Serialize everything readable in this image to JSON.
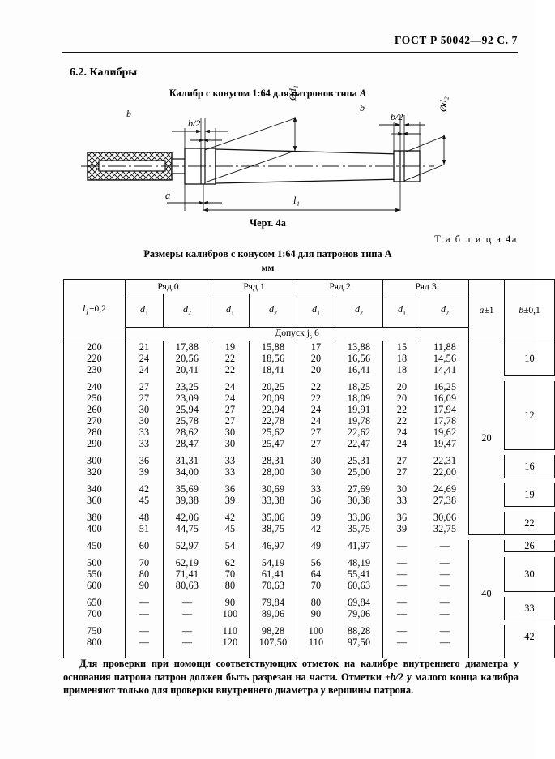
{
  "header": {
    "standard": "ГОСТ Р 50042—92",
    "page_label": "С. 7"
  },
  "section": {
    "number_title": "6.2. Калибры",
    "figure_title_prefix": "Калибр с конусом 1:64 для патронов типа ",
    "figure_title_type": "A",
    "figure_caption": "Черт. 4а"
  },
  "figure": {
    "labels": {
      "b_left": "b",
      "b_half_left": "b/2",
      "phi_d1": "Ød₁",
      "b_right": "b",
      "b_half_right": "b/2",
      "phi_d2": "Ød₂",
      "a": "a",
      "l1": "l₁"
    }
  },
  "table": {
    "number": "Т а б л и ц а  4а",
    "title": "Размеры калибров с конусом 1:64 для патронов типа А",
    "units": "мм",
    "head": {
      "col_l1_top": "l₁",
      "col_l1_bot": "±0,2",
      "ryad0": "Ряд 0",
      "ryad1": "Ряд 1",
      "ryad2": "Ряд 2",
      "ryad3": "Ряд 3",
      "d1": "d₁",
      "d2": "d₂",
      "tolerance": "Допуск js 6",
      "col_a_top": "a",
      "col_a_bot": "±1",
      "col_b_top": "b",
      "col_b_bot": "±0,1"
    },
    "groups": [
      {
        "rows": [
          {
            "l1": "200",
            "r0d1": "21",
            "r0d2": "17,88",
            "r1d1": "19",
            "r1d2": "15,88",
            "r2d1": "17",
            "r2d2": "13,88",
            "r3d1": "15",
            "r3d2": "11,88"
          },
          {
            "l1": "220",
            "r0d1": "24",
            "r0d2": "20,56",
            "r1d1": "22",
            "r1d2": "18,56",
            "r2d1": "20",
            "r2d2": "16,56",
            "r3d1": "18",
            "r3d2": "14,56"
          },
          {
            "l1": "230",
            "r0d1": "24",
            "r0d2": "20,41",
            "r1d1": "22",
            "r1d2": "18,41",
            "r2d1": "20",
            "r2d2": "16,41",
            "r3d1": "18",
            "r3d2": "14,41"
          }
        ],
        "b": "10"
      },
      {
        "rows": [
          {
            "l1": "240",
            "r0d1": "27",
            "r0d2": "23,25",
            "r1d1": "24",
            "r1d2": "20,25",
            "r2d1": "22",
            "r2d2": "18,25",
            "r3d1": "20",
            "r3d2": "16,25"
          },
          {
            "l1": "250",
            "r0d1": "27",
            "r0d2": "23,09",
            "r1d1": "24",
            "r1d2": "20,09",
            "r2d1": "22",
            "r2d2": "18,09",
            "r3d1": "20",
            "r3d2": "16,09"
          },
          {
            "l1": "260",
            "r0d1": "30",
            "r0d2": "25,94",
            "r1d1": "27",
            "r1d2": "22,94",
            "r2d1": "24",
            "r2d2": "19,91",
            "r3d1": "22",
            "r3d2": "17,94"
          },
          {
            "l1": "270",
            "r0d1": "30",
            "r0d2": "25,78",
            "r1d1": "27",
            "r1d2": "22,78",
            "r2d1": "24",
            "r2d2": "19,78",
            "r3d1": "22",
            "r3d2": "17,78"
          },
          {
            "l1": "280",
            "r0d1": "33",
            "r0d2": "28,62",
            "r1d1": "30",
            "r1d2": "25,62",
            "r2d1": "27",
            "r2d2": "22,62",
            "r3d1": "24",
            "r3d2": "19,62"
          },
          {
            "l1": "290",
            "r0d1": "33",
            "r0d2": "28,47",
            "r1d1": "30",
            "r1d2": "25,47",
            "r2d1": "27",
            "r2d2": "22,47",
            "r3d1": "24",
            "r3d2": "19,47"
          }
        ],
        "b": "12"
      },
      {
        "rows": [
          {
            "l1": "300",
            "r0d1": "36",
            "r0d2": "31,31",
            "r1d1": "33",
            "r1d2": "28,31",
            "r2d1": "30",
            "r2d2": "25,31",
            "r3d1": "27",
            "r3d2": "22,31"
          },
          {
            "l1": "320",
            "r0d1": "39",
            "r0d2": "34,00",
            "r1d1": "33",
            "r1d2": "28,00",
            "r2d1": "30",
            "r2d2": "25,00",
            "r3d1": "27",
            "r3d2": "22,00"
          }
        ],
        "b": "16"
      },
      {
        "rows": [
          {
            "l1": "340",
            "r0d1": "42",
            "r0d2": "35,69",
            "r1d1": "36",
            "r1d2": "30,69",
            "r2d1": "33",
            "r2d2": "27,69",
            "r3d1": "30",
            "r3d2": "24,69"
          },
          {
            "l1": "360",
            "r0d1": "45",
            "r0d2": "39,38",
            "r1d1": "39",
            "r1d2": "33,38",
            "r2d1": "36",
            "r2d2": "30,38",
            "r3d1": "33",
            "r3d2": "27,38"
          }
        ],
        "b": "19"
      },
      {
        "rows": [
          {
            "l1": "380",
            "r0d1": "48",
            "r0d2": "42,06",
            "r1d1": "42",
            "r1d2": "35,06",
            "r2d1": "39",
            "r2d2": "33,06",
            "r3d1": "36",
            "r3d2": "30,06"
          },
          {
            "l1": "400",
            "r0d1": "51",
            "r0d2": "44,75",
            "r1d1": "45",
            "r1d2": "38,75",
            "r2d1": "42",
            "r2d2": "35,75",
            "r3d1": "39",
            "r3d2": "32,75"
          }
        ],
        "b": "22"
      },
      {
        "rows": [
          {
            "l1": "450",
            "r0d1": "60",
            "r0d2": "52,97",
            "r1d1": "54",
            "r1d2": "46,97",
            "r2d1": "49",
            "r2d2": "41,97",
            "r3d1": "—",
            "r3d2": "—"
          }
        ],
        "b": "26"
      },
      {
        "rows": [
          {
            "l1": "500",
            "r0d1": "70",
            "r0d2": "62,19",
            "r1d1": "62",
            "r1d2": "54,19",
            "r2d1": "56",
            "r2d2": "48,19",
            "r3d1": "—",
            "r3d2": "—"
          },
          {
            "l1": "550",
            "r0d1": "80",
            "r0d2": "71,41",
            "r1d1": "70",
            "r1d2": "61,41",
            "r2d1": "64",
            "r2d2": "55,41",
            "r3d1": "—",
            "r3d2": "—"
          },
          {
            "l1": "600",
            "r0d1": "90",
            "r0d2": "80,63",
            "r1d1": "80",
            "r1d2": "70,63",
            "r2d1": "70",
            "r2d2": "60,63",
            "r3d1": "—",
            "r3d2": "—"
          }
        ],
        "b": "30"
      },
      {
        "rows": [
          {
            "l1": "650",
            "r0d1": "—",
            "r0d2": "—",
            "r1d1": "90",
            "r1d2": "79,84",
            "r2d1": "80",
            "r2d2": "69,84",
            "r3d1": "—",
            "r3d2": "—"
          },
          {
            "l1": "700",
            "r0d1": "—",
            "r0d2": "—",
            "r1d1": "100",
            "r1d2": "89,06",
            "r2d1": "90",
            "r2d2": "79,06",
            "r3d1": "—",
            "r3d2": "—"
          }
        ],
        "b": "33"
      },
      {
        "rows": [
          {
            "l1": "750",
            "r0d1": "—",
            "r0d2": "—",
            "r1d1": "110",
            "r1d2": "98,28",
            "r2d1": "100",
            "r2d2": "88,28",
            "r3d1": "—",
            "r3d2": "—"
          },
          {
            "l1": "800",
            "r0d1": "—",
            "r0d2": "—",
            "r1d1": "120",
            "r1d2": "107,50",
            "r2d1": "110",
            "r2d2": "97,50",
            "r3d1": "—",
            "r3d2": "—"
          }
        ],
        "b": "42"
      }
    ],
    "a_values": [
      {
        "value": "20",
        "span_groups": 5
      },
      {
        "value": "40",
        "span_groups": 4
      }
    ]
  },
  "note": {
    "part1": "Для проверки при помощи соответствующих отметок на калибре внутреннего диаметра у основания патрона патрон должен быть разрезан на части. Отметки ±",
    "italic": "b/2",
    "part2": " у малого конца калибра применяют только для проверки внутреннего диаметра у вершины патрона."
  }
}
